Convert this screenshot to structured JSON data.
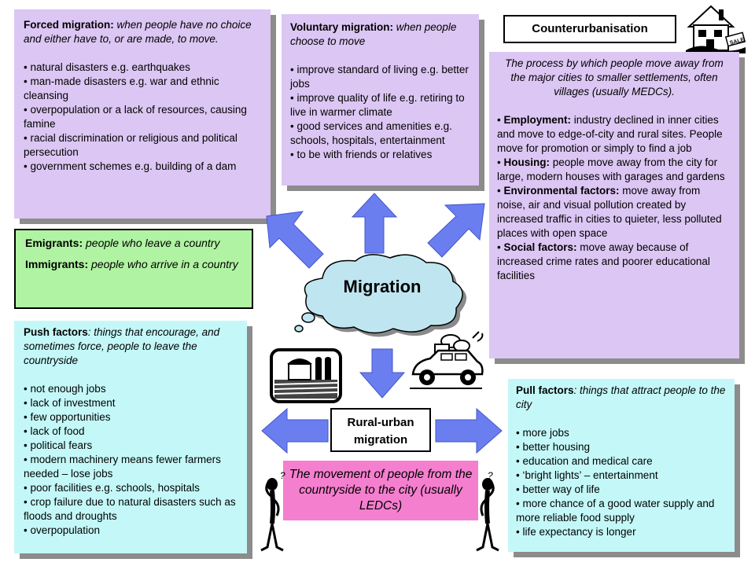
{
  "forced": {
    "term": "Forced migration:",
    "definition": " when people have no choice and either have to, or are made, to move.",
    "items": [
      "natural disasters e.g. earthquakes",
      "man-made disasters e.g. war and ethnic cleansing",
      "overpopulation or a lack of resources, causing famine",
      "racial discrimination or religious and political persecution",
      "government schemes e.g. building of a dam"
    ]
  },
  "voluntary": {
    "term": "Voluntary migration:",
    "definition": " when people choose to move",
    "items": [
      "improve standard of living e.g. better jobs",
      "improve quality of life e.g. retiring to live in warmer climate",
      "good services and amenities e.g. schools, hospitals, entertainment",
      "to be with friends or relatives"
    ]
  },
  "counter": {
    "title": "Counterurbanisation",
    "description": "The process by which people move away from the major cities to smaller settlements, often villages (usually MEDCs).",
    "factors": [
      {
        "term": "Employment:",
        "text": " industry declined in inner cities and move to edge-of-city and rural sites.  People move for promotion or simply to find a job"
      },
      {
        "term": "Housing:",
        "text": " people move away from the city for large, modern houses with garages and gardens"
      },
      {
        "term": "Environmental factors:",
        "text": " move away from noise, air and visual pollution created by increased traffic in cities to quieter, less polluted places with open space"
      },
      {
        "term": "Social factors:",
        "text": " move away because of increased crime rates and poorer educational facilities"
      }
    ]
  },
  "emigrants": {
    "term": "Emigrants:",
    "definition": " people who leave a country"
  },
  "immigrants": {
    "term": "Immigrants:",
    "definition": " people who arrive in a country"
  },
  "centre": {
    "label": "Migration"
  },
  "push": {
    "term": "Push factors",
    "definition": ": things that encourage, and sometimes force, people to leave the countryside",
    "items": [
      "not enough jobs",
      "lack of investment",
      "few opportunities",
      "lack of food",
      "political fears",
      "modern machinery means fewer farmers needed – lose jobs",
      "poor facilities e.g. schools, hospitals",
      "crop failure due to natural disasters such as floods and droughts",
      "overpopulation"
    ]
  },
  "pull": {
    "term": "Pull factors",
    "definition": ": things that attract people to the city",
    "items": [
      "more jobs",
      "better housing",
      "education and medical care",
      "‘bright lights’ – entertainment",
      "better way of life",
      "more chance of a good water supply and more reliable food supply",
      "life expectancy is longer"
    ]
  },
  "rural_urban": {
    "title_line1": "Rural-urban",
    "title_line2": "migration",
    "description": "The movement of people from the countryside to the city (usually LEDCs)"
  },
  "figures": {
    "question_mark": "?"
  },
  "sign": {
    "text": "SALE"
  },
  "colors": {
    "lavender": "#dcc6f3",
    "cyan": "#c4f8f8",
    "green": "#b0f3a2",
    "pink": "#f57fcf",
    "arrow_blue": "#6a7ef0",
    "cloud": "#bfe6f0"
  }
}
